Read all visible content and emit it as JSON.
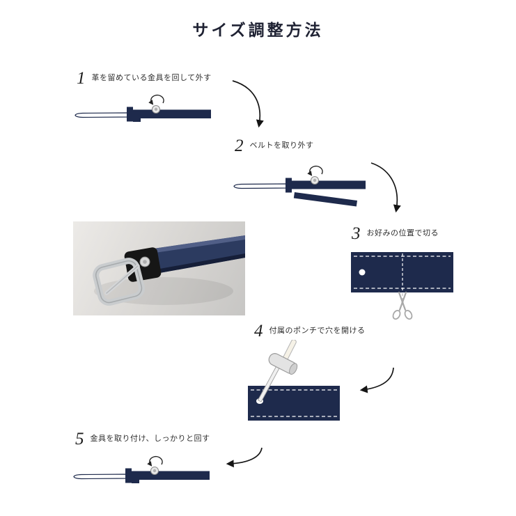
{
  "title": "サイズ調整方法",
  "steps": [
    {
      "number": "1",
      "label": "革を留めている金具を回して外す"
    },
    {
      "number": "2",
      "label": "ベルトを取り外す"
    },
    {
      "number": "3",
      "label": "お好みの位置で切る"
    },
    {
      "number": "4",
      "label": "付属のポンチで穴を開ける"
    },
    {
      "number": "5",
      "label": "金具を取り付け、しっかりと回す"
    }
  ],
  "icons": {
    "rotate_arrow": "circular-rotation-arrow",
    "flow_arrow": "curved-black-arrow",
    "scissors": "scissors",
    "mallet": "mallet-and-hole-punch"
  },
  "colors": {
    "belt_navy": "#1e2a4c",
    "title_text": "#1f2233",
    "label_text": "#2e2e2e",
    "arrow_color": "#151515"
  }
}
